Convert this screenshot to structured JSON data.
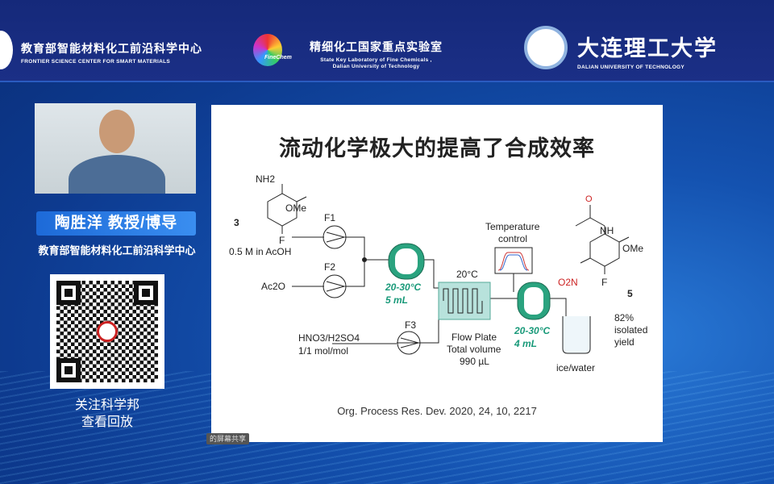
{
  "header": {
    "center_left": {
      "cn": "教育部智能材料化工前沿科学中心",
      "en": "FRONTIER SCIENCE CENTER FOR SMART MATERIALS"
    },
    "center_mid": {
      "logo_text": "FineChem",
      "cn": "精细化工国家重点实验室",
      "en1": "State Key Laboratory of Fine Chemicals ,",
      "en2": "Dalian University of Technology"
    },
    "center_right": {
      "cn": "大连理工大学",
      "en": "DALIAN UNIVERSITY OF TECHNOLOGY"
    }
  },
  "speaker": {
    "name": "陶胜洋  教授/博导",
    "affiliation": "教育部智能材料化工前沿科学中心"
  },
  "qr": {
    "caption_1": "关注科学邦",
    "caption_2": "查看回放"
  },
  "share_label": "的屏幕共享",
  "slide": {
    "title": "流动化学极大的提高了合成效率",
    "citation": "Org. Process Res. Dev. 2020, 24, 10, 2217",
    "labels": {
      "nh2": "NH2",
      "ome": "OMe",
      "f": "F",
      "cmp3": "3",
      "conc": "0.5 M in AcOH",
      "ac2o": "Ac2O",
      "f1": "F1",
      "f2": "F2",
      "f3": "F3",
      "acid": "HNO3/H2SO4",
      "ratio": "1/1 mol/mol",
      "temp1": "20-30°C",
      "vol1": "5 mL",
      "temp_plate": "20°C",
      "plate1": "Flow Plate",
      "plate2": "Total volume",
      "plate3": "990 µL",
      "tc1": "Temperature",
      "tc2": "control",
      "temp2": "20-30°C",
      "vol2": "4 mL",
      "ice": "ice/water",
      "nh": "NH",
      "ome2": "OMe",
      "no2": "O2N",
      "f_p": "F",
      "cmp5": "5",
      "yield1": "82%",
      "yield2": "isolated",
      "yield3": "yield"
    }
  },
  "colors": {
    "accent_green": "#1a9a7a",
    "coil": "#2aa37f"
  }
}
